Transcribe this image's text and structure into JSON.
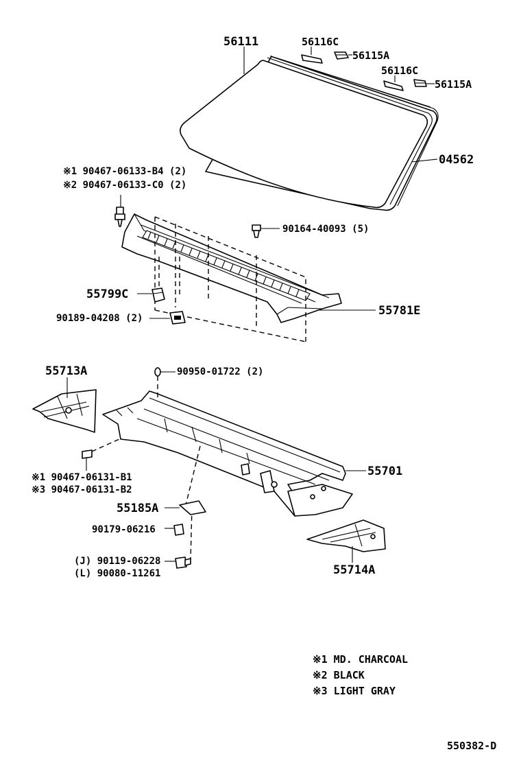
{
  "callouts": {
    "c56111": "56111",
    "c56116c_a": "56116C",
    "c56115a_a": "56115A",
    "c56116c_b": "56116C",
    "c56115a_b": "56115A",
    "c04562": "04562",
    "c1_90467_b4": "※1 90467-06133-B4 (2)",
    "c2_90467_c0": "※2 90467-06133-C0 (2)",
    "c90164": "90164-40093 (5)",
    "c55799c": "55799C",
    "c90189": "90189-04208 (2)",
    "c55781e": "55781E",
    "c55713a": "55713A",
    "c90950": "90950-01722 (2)",
    "c55701": "55701",
    "c1_90467_b1": "※1  90467-06131-B1",
    "c3_90467_b2": "※3  90467-06131-B2",
    "c55185a": "55185A",
    "c90179": "90179-06216",
    "cj_90119": "(J) 90119-06228",
    "cl_90080": "(L) 90080-11261",
    "c55714a": "55714A"
  },
  "legend": {
    "item1": "※1 MD. CHARCOAL",
    "item2": "※2 BLACK",
    "item3": "※3 LIGHT GRAY"
  },
  "footer": {
    "code": "550382-D"
  }
}
